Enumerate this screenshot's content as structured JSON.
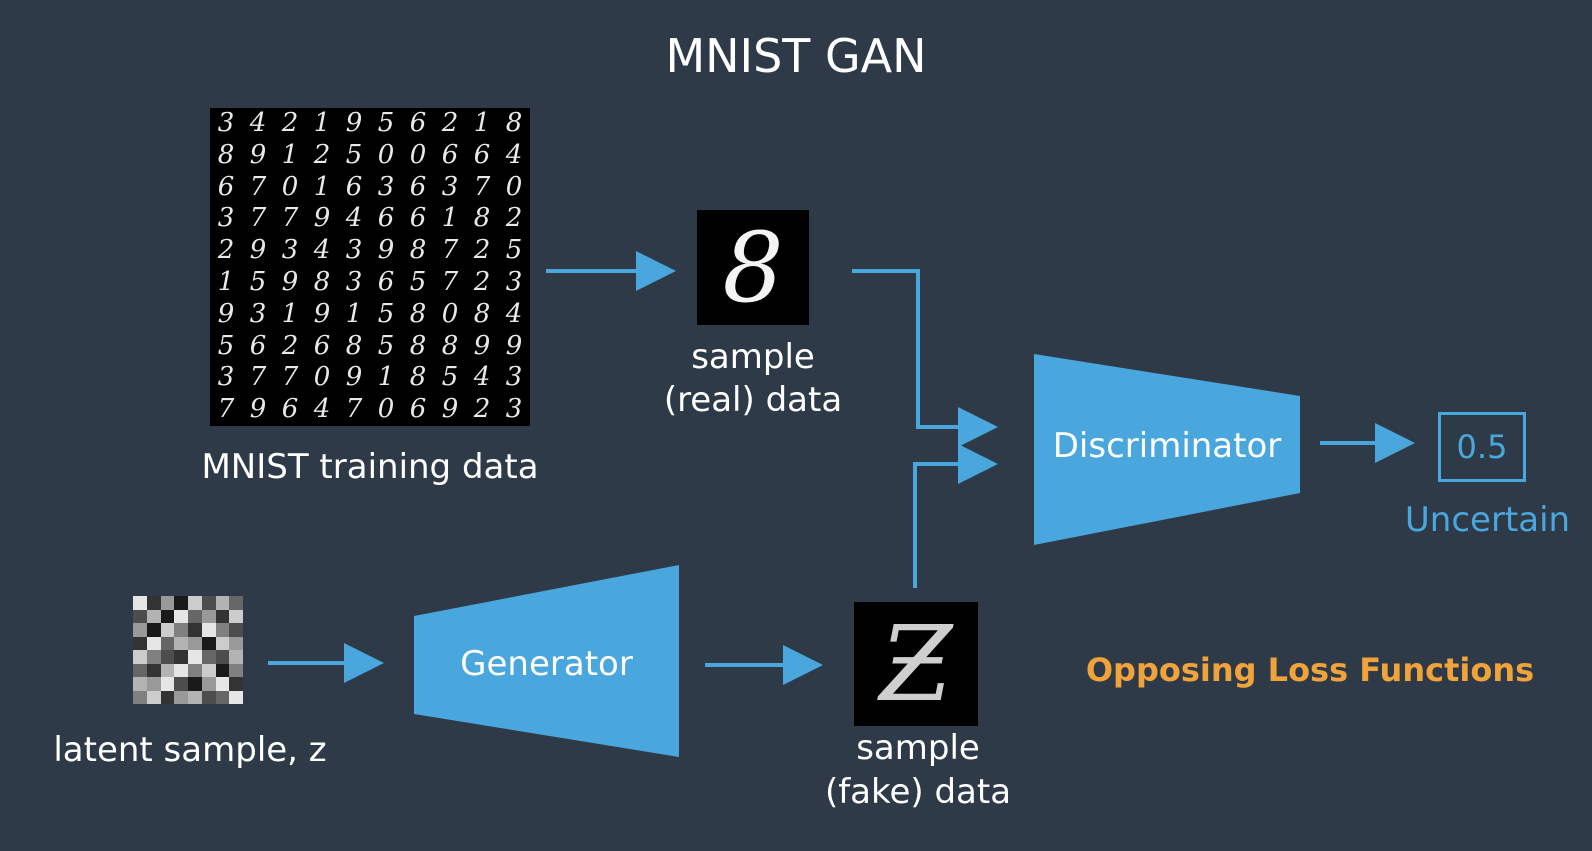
{
  "title": "MNIST GAN",
  "training": {
    "label": "MNIST training data",
    "digits": [
      [
        "3",
        "4",
        "2",
        "1",
        "9",
        "5",
        "6",
        "2",
        "1",
        "8"
      ],
      [
        "8",
        "9",
        "1",
        "2",
        "5",
        "0",
        "0",
        "6",
        "6",
        "4"
      ],
      [
        "6",
        "7",
        "0",
        "1",
        "6",
        "3",
        "6",
        "3",
        "7",
        "0"
      ],
      [
        "3",
        "7",
        "7",
        "9",
        "4",
        "6",
        "6",
        "1",
        "8",
        "2"
      ],
      [
        "2",
        "9",
        "3",
        "4",
        "3",
        "9",
        "8",
        "7",
        "2",
        "5"
      ],
      [
        "1",
        "5",
        "9",
        "8",
        "3",
        "6",
        "5",
        "7",
        "2",
        "3"
      ],
      [
        "9",
        "3",
        "1",
        "9",
        "1",
        "5",
        "8",
        "0",
        "8",
        "4"
      ],
      [
        "5",
        "6",
        "2",
        "6",
        "8",
        "5",
        "8",
        "8",
        "9",
        "9"
      ],
      [
        "3",
        "7",
        "7",
        "0",
        "9",
        "1",
        "8",
        "5",
        "4",
        "3"
      ],
      [
        "7",
        "9",
        "6",
        "4",
        "7",
        "0",
        "6",
        "9",
        "2",
        "3"
      ]
    ]
  },
  "real_sample": {
    "digit": "8",
    "label_line1": "sample",
    "label_line2": "(real) data"
  },
  "fake_sample": {
    "digit": "Ƶ",
    "label_line1": "sample",
    "label_line2": "(fake) data"
  },
  "latent": {
    "label": "latent sample, z",
    "noise": [
      0.9,
      0.2,
      0.6,
      0.1,
      0.8,
      0.3,
      0.7,
      0.4,
      0.3,
      0.7,
      0.1,
      0.9,
      0.4,
      0.6,
      0.2,
      0.8,
      0.6,
      0.1,
      0.8,
      0.5,
      0.2,
      0.9,
      0.5,
      0.3,
      0.2,
      0.9,
      0.4,
      0.7,
      0.6,
      0.1,
      0.8,
      0.6,
      0.8,
      0.5,
      0.3,
      0.2,
      0.9,
      0.4,
      0.3,
      0.7,
      0.4,
      0.2,
      0.7,
      0.9,
      0.5,
      0.8,
      0.1,
      0.5,
      0.7,
      0.6,
      0.9,
      0.3,
      0.1,
      0.6,
      0.9,
      0.2,
      0.5,
      0.8,
      0.2,
      0.6,
      0.7,
      0.3,
      0.4,
      0.9
    ]
  },
  "generator": {
    "label": "Generator"
  },
  "discriminator": {
    "label": "Discriminator"
  },
  "output": {
    "value": "0.5",
    "caption": "Uncertain"
  },
  "loss_note": "Opposing Loss Functions",
  "colors": {
    "background": "#2f3a48",
    "accent": "#4aa7dd",
    "orange": "#f0a33a",
    "text": "#ffffff"
  }
}
